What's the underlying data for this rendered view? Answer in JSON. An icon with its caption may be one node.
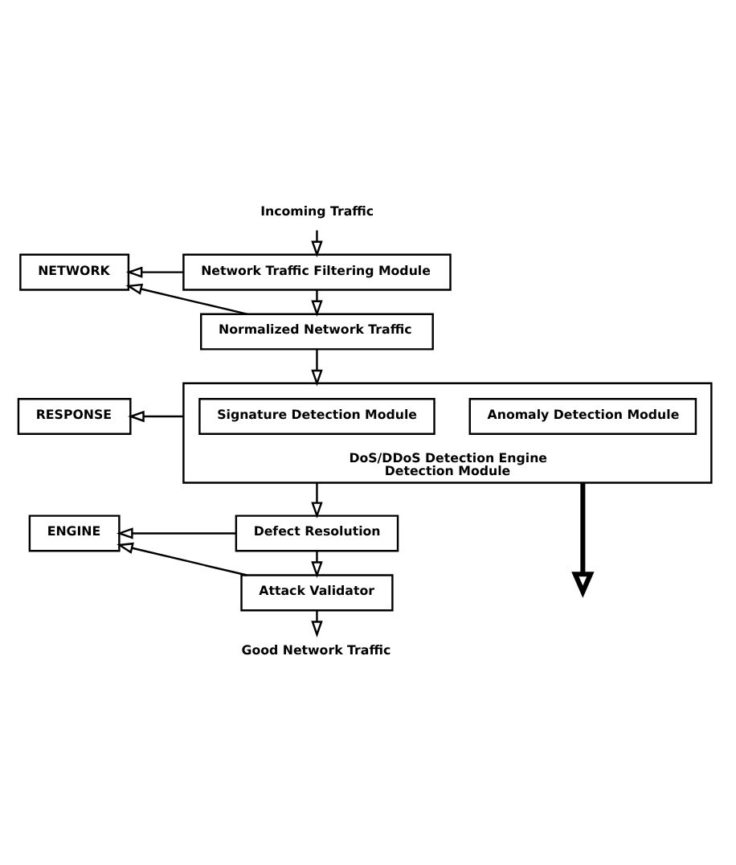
{
  "diagram": {
    "nodes": [
      {
        "text": [
          "Incoming Traffic"
        ]
      },
      {
        "text": [
          "Network Traffic Filtering Module"
        ]
      },
      {
        "text": [
          "Normalized Network Traffic"
        ]
      },
      {
        "text": [
          "DoS/DDoS Detection Engine",
          "Detection Module"
        ]
      },
      {
        "text": [
          "Signature Detection Module"
        ],
        "in": 3
      },
      {
        "text": [
          "Anomaly Detection Module"
        ],
        "in": 3
      },
      {
        "text": [
          "Defect Resolution"
        ]
      },
      {
        "text": [
          "Attack Validator"
        ]
      },
      {
        "text": [
          "Good Network Traffic"
        ]
      },
      {
        "text": [
          "NETWORK"
        ]
      },
      {
        "text": [
          "RESPONSE"
        ]
      },
      {
        "text": [
          "ENGINE"
        ]
      }
    ],
    "edges": [
      {
        "from": 0,
        "to": 1,
        "arrow": "to"
      },
      {
        "from": 1,
        "to": 2,
        "arrow": "to"
      },
      {
        "from": 2,
        "to": 3,
        "arrow": "to"
      },
      {
        "from": 3,
        "to": 6,
        "arrow": "to"
      },
      {
        "from": 6,
        "to": 7,
        "arrow": "to"
      },
      {
        "from": 7,
        "to": 8,
        "arrow": "to"
      },
      {
        "from": 1,
        "to": 9,
        "arrow": "to"
      },
      {
        "from": 2,
        "to": 9,
        "arrow": "to"
      },
      {
        "from": 3,
        "to": 10,
        "arrow": "to"
      },
      {
        "from": 6,
        "to": 11,
        "arrow": "to"
      },
      {
        "from": 7,
        "to": 11,
        "arrow": "to"
      },
      {
        "from": 3,
        "to": null,
        "arrow": "to",
        "style": "thick"
      }
    ]
  }
}
